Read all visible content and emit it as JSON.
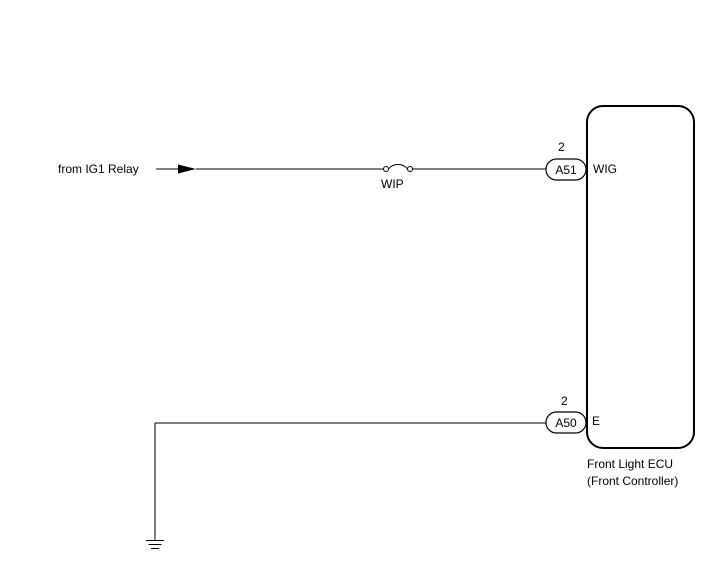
{
  "source": {
    "label": "from IG1 Relay"
  },
  "fuse": {
    "label": "WIP"
  },
  "connectors": [
    {
      "id": "A51",
      "pin": "2",
      "terminal": "WIG"
    },
    {
      "id": "A50",
      "pin": "2",
      "terminal": "E"
    }
  ],
  "ecu": {
    "name": "Front Light ECU",
    "subtitle": "(Front Controller)"
  }
}
